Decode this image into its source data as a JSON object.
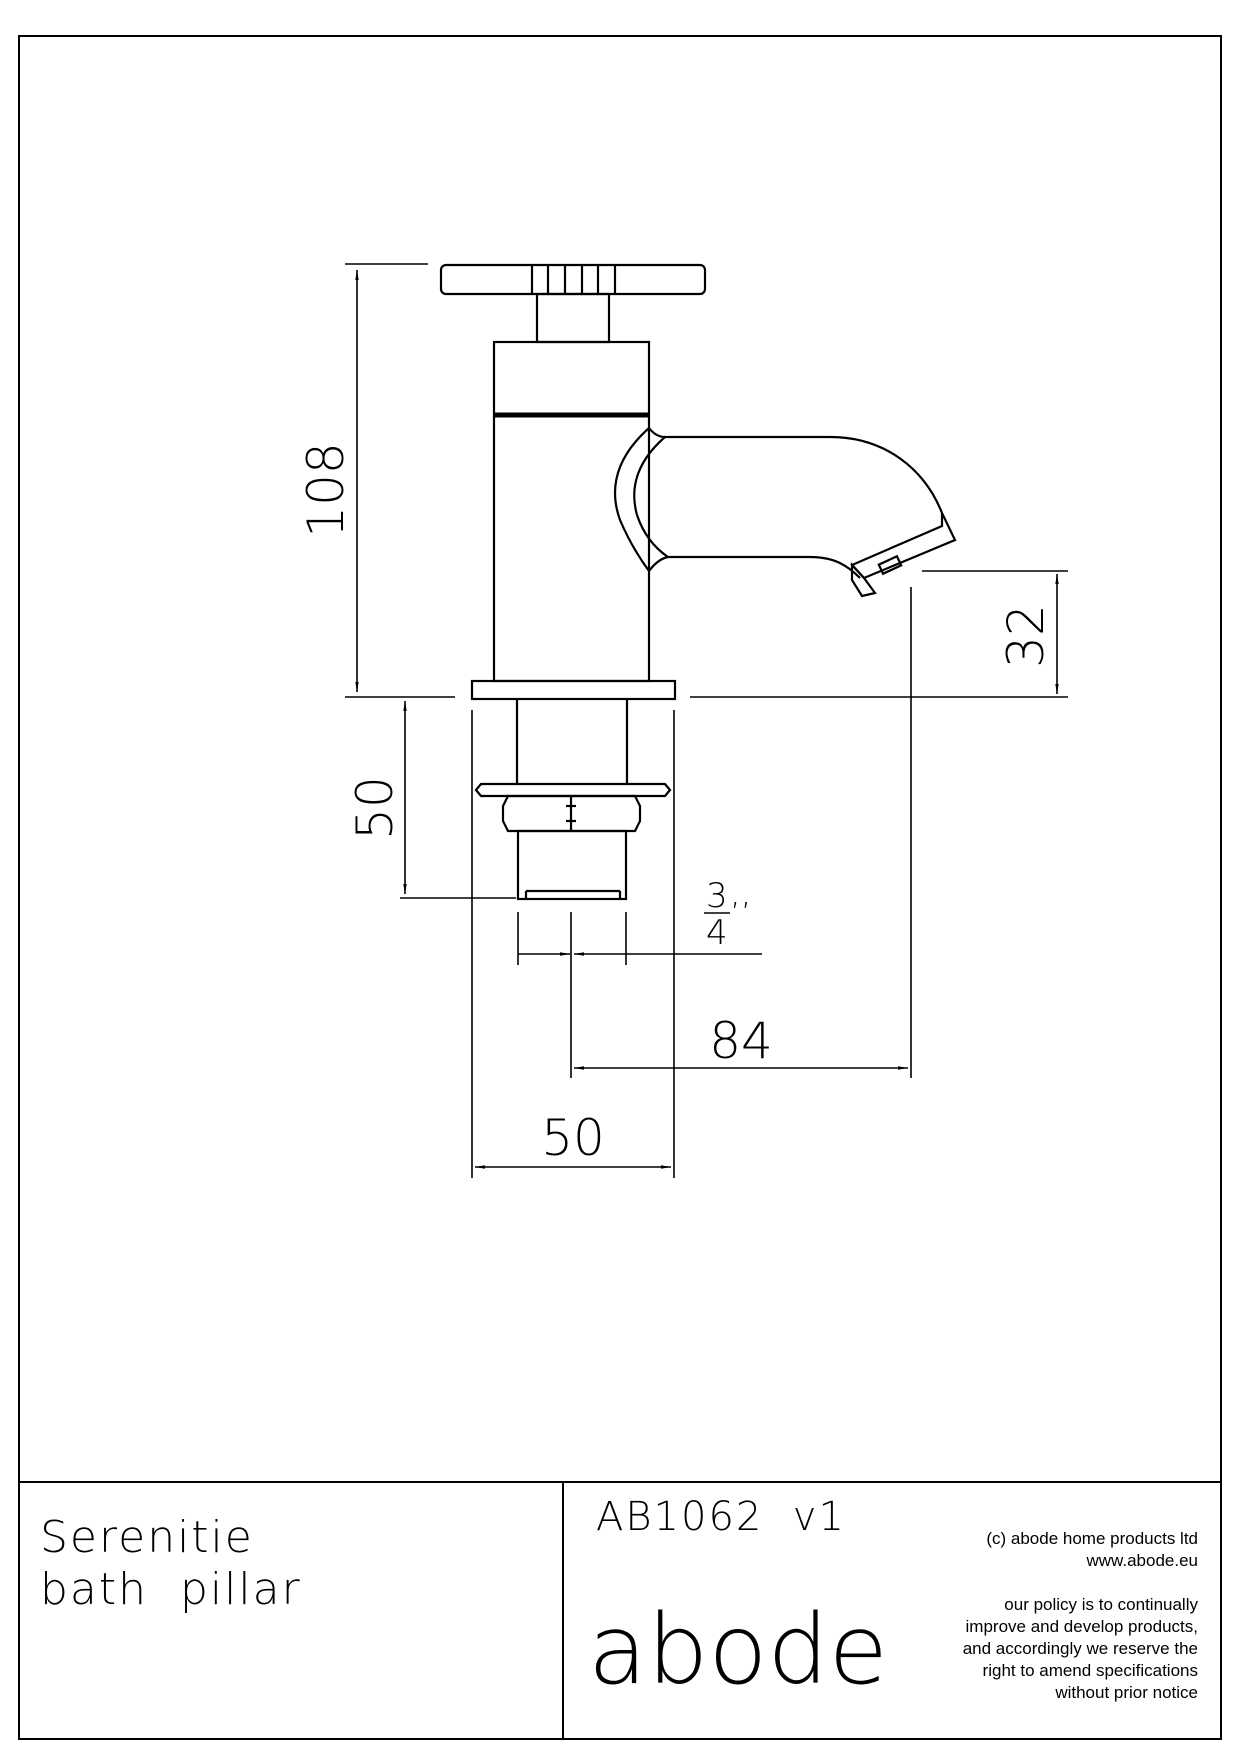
{
  "drawing": {
    "dimensions": {
      "overall_height": "108",
      "spout_height": "32",
      "tail_length": "50",
      "thread_size_num": "3",
      "thread_size_den": "4",
      "thread_marks": ",,",
      "spout_reach": "84",
      "base_width": "50"
    }
  },
  "title_block": {
    "product_line1": "Serenitie",
    "product_line2": "bath  pillar",
    "code": "AB1062  v1",
    "logo_text": "abode",
    "copyright": "(c) abode home products ltd",
    "website": "www.abode.eu",
    "policy_lines": [
      "our policy is to continually",
      "improve and develop products,",
      "and accordingly we reserve the",
      "right to amend specifications",
      "without prior notice"
    ]
  },
  "colors": {
    "line": "#000000",
    "background": "#ffffff"
  }
}
